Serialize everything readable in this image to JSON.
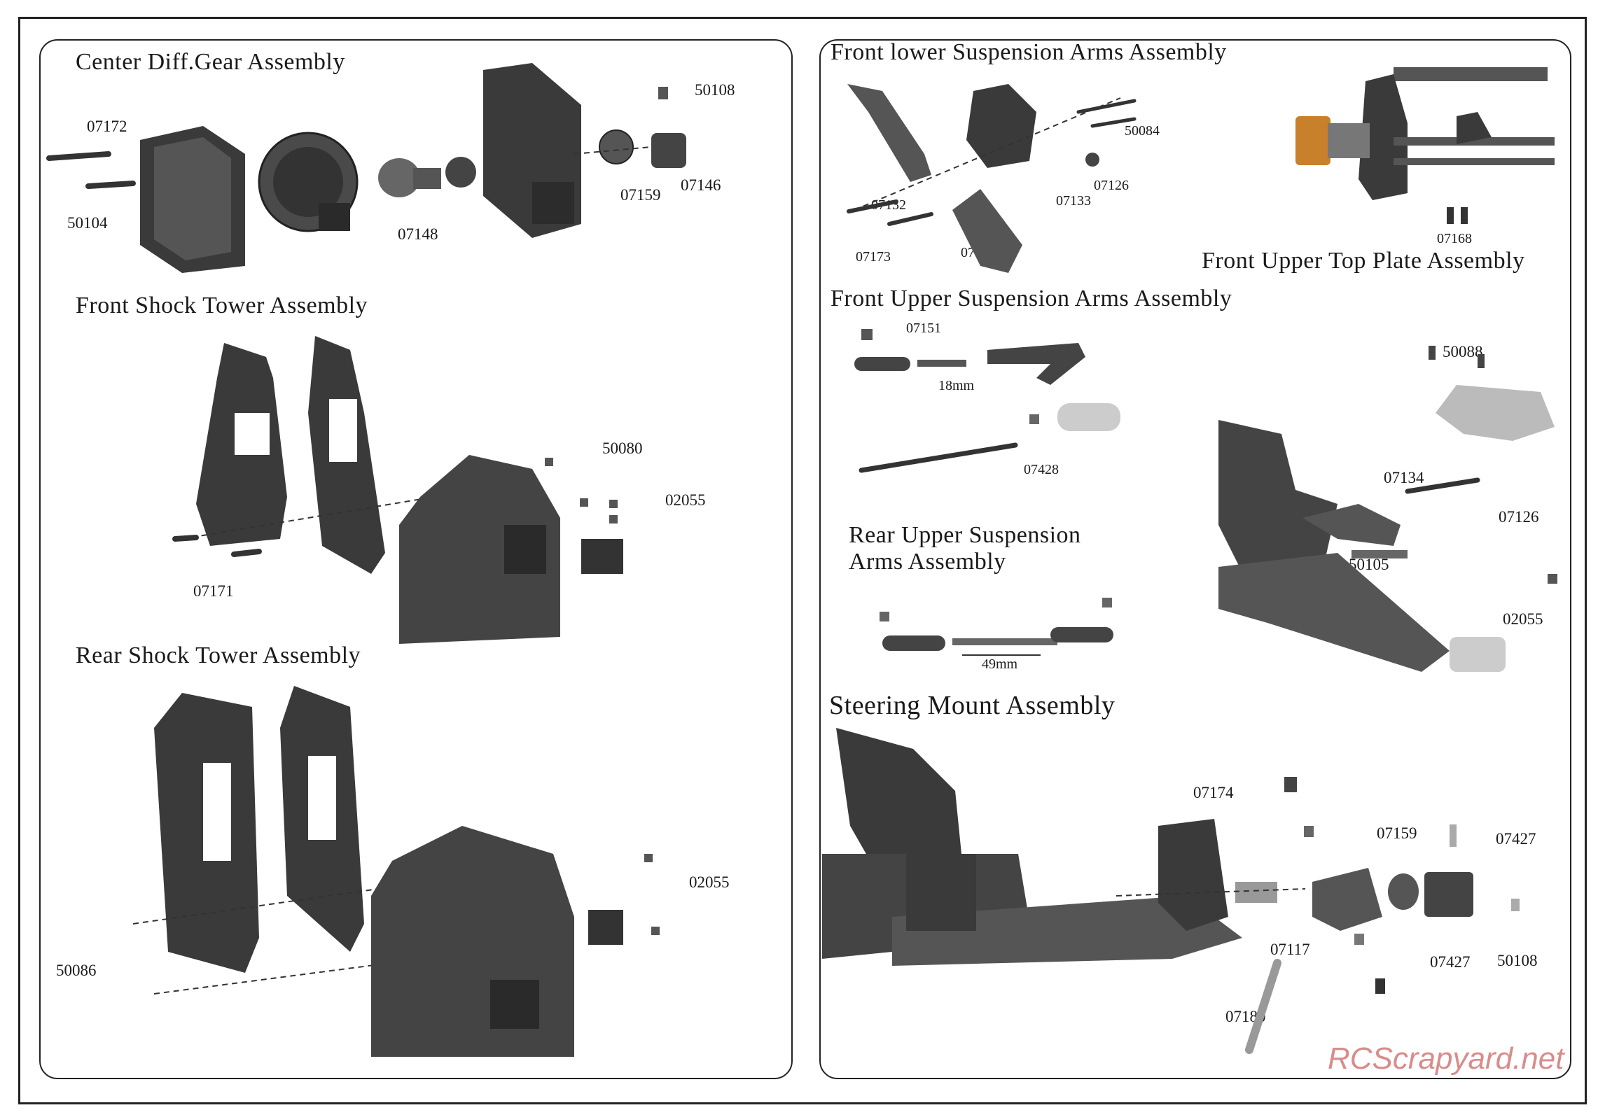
{
  "sections": {
    "center_diff": {
      "title": "Center Diff.Gear Assembly",
      "labels": [
        "07172",
        "50104",
        "07148",
        "50108",
        "07159",
        "07146"
      ]
    },
    "front_shock_tower": {
      "title": "Front Shock Tower Assembly",
      "labels": [
        "50080",
        "02055",
        "07171"
      ]
    },
    "rear_shock_tower": {
      "title": "Rear Shock Tower Assembly",
      "labels": [
        "02055",
        "50086"
      ]
    },
    "front_lower_arms": {
      "title": "Front lower Suspension Arms Assembly",
      "labels": [
        "50084",
        "07132",
        "07126",
        "07133",
        "07173",
        "07126"
      ]
    },
    "front_upper_top_plate": {
      "title": "Front Upper Top Plate Assembly",
      "labels": [
        "07168"
      ]
    },
    "front_upper_arms": {
      "title": "Front Upper Suspension Arms Assembly",
      "labels": [
        "07151",
        "18mm",
        "07428",
        "50088",
        "07134",
        "07126",
        "50105",
        "02055"
      ]
    },
    "rear_upper_arms": {
      "title_line1": "Rear Upper Suspension",
      "title_line2": "Arms Assembly",
      "labels": [
        "49mm"
      ]
    },
    "steering_mount": {
      "title": "Steering Mount Assembly",
      "labels": [
        "07174",
        "07159",
        "07427",
        "07117",
        "07427",
        "50108",
        "07180"
      ]
    }
  },
  "watermark": "RCScrapyard.net",
  "colors": {
    "part_dark": "#3a3a3a",
    "part_mid": "#5a5a5a",
    "part_light": "#8a8a8a",
    "hub_orange": "#c8802a",
    "watermark": "#d98c8c"
  }
}
